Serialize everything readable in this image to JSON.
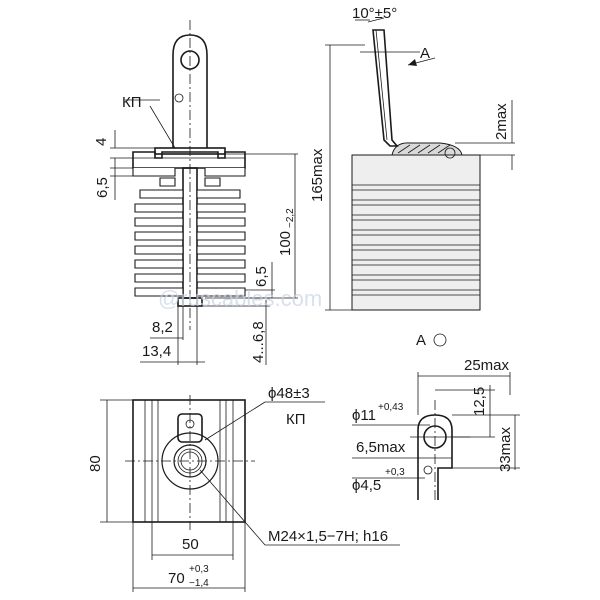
{
  "watermark": "@ruscables.com",
  "labels": {
    "kp_top": "КП",
    "kp_bottom": "КП",
    "angle": "10°±5°",
    "view_a": "A",
    "view_a_title": "A",
    "dim_4": "4",
    "dim_6_5_left": "6,5",
    "dim_100": "100",
    "dim_100_tol": "−2,2",
    "dim_6_5_right": "6,5",
    "dim_165": "165max",
    "dim_2max": "2max",
    "dim_8_2": "8,2",
    "dim_13_4": "13,4",
    "dim_4_6_8": "4...6,8",
    "dim_80": "80",
    "dim_phi48": "ϕ48±3",
    "dim_50": "50",
    "dim_70": "70",
    "dim_70_tol_up": "+0,3",
    "dim_70_tol_dn": "−1,4",
    "thread": "M24×1,5−7H; h16",
    "dim_25max": "25max",
    "dim_12_5": "12,5",
    "dim_phi11": "ϕ11",
    "dim_phi11_tol": "+0,43",
    "dim_6_5max": "6,5max",
    "dim_33max": "33max",
    "dim_phi4_5": "ϕ4,5",
    "dim_phi4_5_tol": "+0,3"
  }
}
